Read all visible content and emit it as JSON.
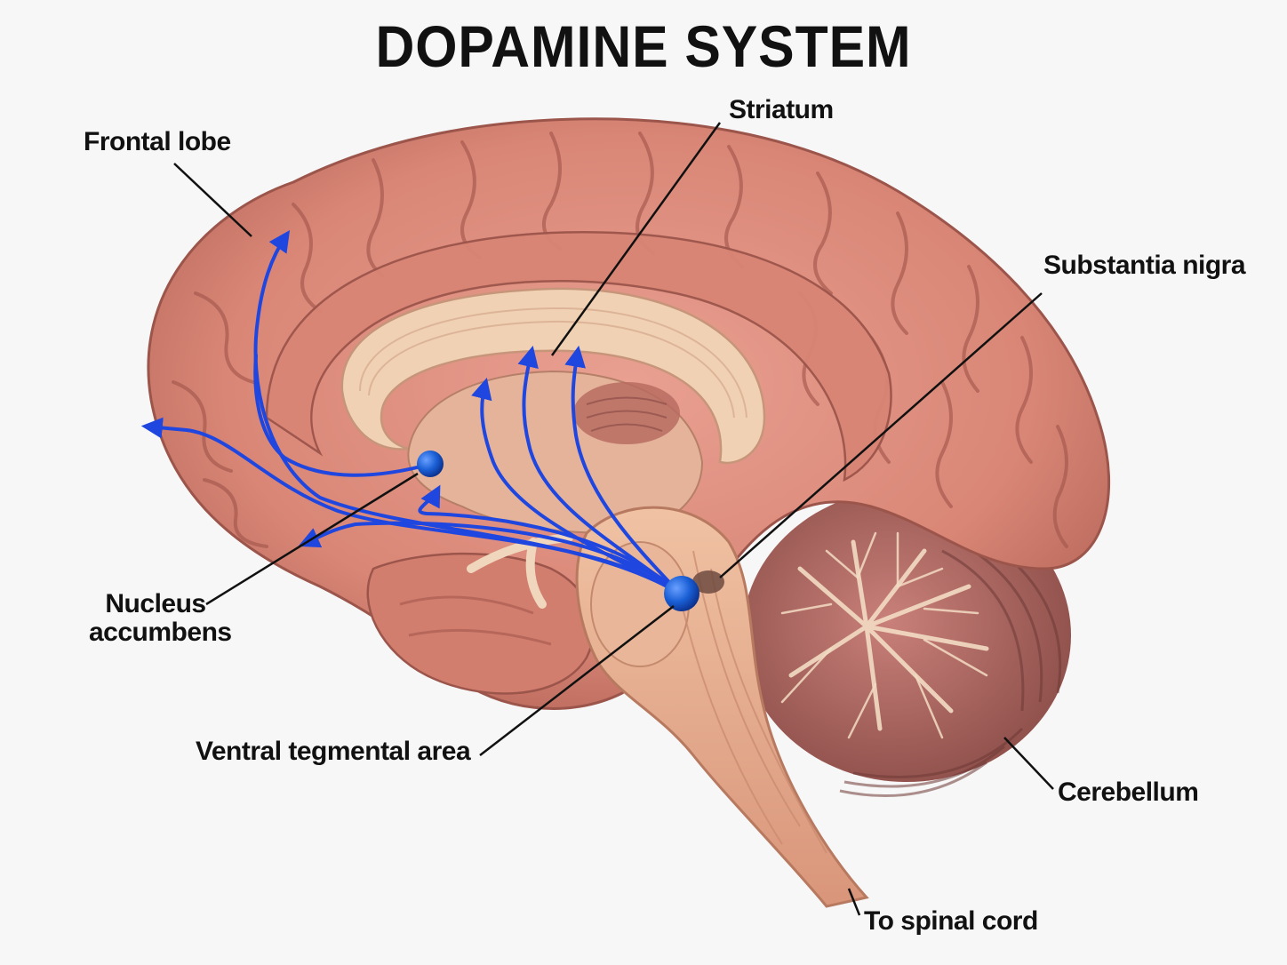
{
  "title": "DOPAMINE SYSTEM",
  "labels": {
    "frontal_lobe": "Frontal lobe",
    "striatum": "Striatum",
    "substantia_nigra": "Substantia nigra",
    "nucleus_accumbens_line1": "Nucleus",
    "nucleus_accumbens_line2": "accumbens",
    "ventral_tegmental_area": "Ventral tegmental area",
    "cerebellum": "Cerebellum",
    "spinal_cord": "To spinal cord"
  },
  "colors": {
    "pathway": "#1f47e0",
    "node": "#1a5fd6",
    "cortex": "#d98a7a",
    "cortex_dark": "#a85a4e",
    "white_matter": "#efc9a8",
    "brainstem": "#e4a98a",
    "leader_line": "#111111"
  }
}
